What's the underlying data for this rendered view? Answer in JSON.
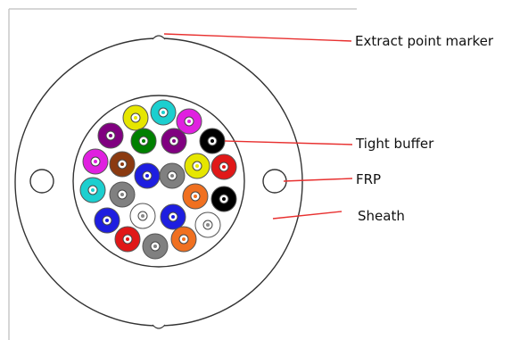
{
  "labels": {
    "extract_point_marker": "Extract point marker",
    "tight_buffer": "Tight buffer",
    "frp": "FRP",
    "sheath": "Sheath"
  },
  "colors": {
    "leader_line": "#e8302f",
    "outline": "#333333",
    "frame": "#c8c8c8"
  },
  "fibers": [
    {
      "color": "#e6e600"
    },
    {
      "color": "#1ccfcf"
    },
    {
      "color": "#e020e0"
    },
    {
      "color": "#800080"
    },
    {
      "color": "#008000"
    },
    {
      "color": "#800080"
    },
    {
      "color": "#000000"
    },
    {
      "color": "#e020e0"
    },
    {
      "color": "#8b3a10"
    },
    {
      "color": "#1e1ee0"
    },
    {
      "color": "#808080"
    },
    {
      "color": "#e6e600"
    },
    {
      "color": "#e01818"
    },
    {
      "color": "#1ccfcf"
    },
    {
      "color": "#808080"
    },
    {
      "color": "#1e1ee0"
    },
    {
      "color": "#f07020"
    },
    {
      "color": "#000000"
    },
    {
      "color": "#ffffff"
    },
    {
      "color": "#1e1ee0"
    },
    {
      "color": "#ffffff"
    },
    {
      "color": "#e01818"
    },
    {
      "color": "#808080"
    },
    {
      "color": "#f07020"
    },
    {
      "color": "#008000"
    },
    {
      "color": "#8b3a10"
    }
  ]
}
